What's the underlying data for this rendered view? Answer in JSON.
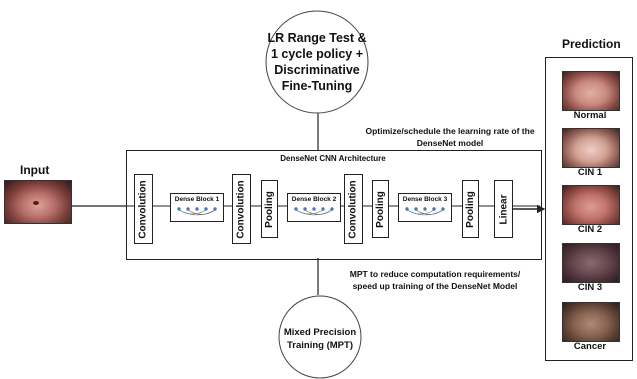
{
  "input_label": "Input",
  "prediction_label": "Prediction",
  "lr_circle_text": [
    "LR Range Test &",
    "1 cycle policy  +",
    "Discriminative",
    "Fine-Tuning"
  ],
  "mpt_circle_text": [
    "Mixed Precision",
    "Training (MPT)"
  ],
  "lr_note": [
    "Optimize/schedule the learning rate of the",
    "DenseNet model"
  ],
  "mpt_note": [
    "MPT to reduce computation requirements/",
    "speed up training of the DenseNet Model"
  ],
  "architecture_title": "DenseNet CNN Architecture",
  "layers": {
    "conv1": "Convolution",
    "dense1": "Dense Block 1",
    "conv2": "Convolution",
    "pool1": "Pooling",
    "dense2": "Dense Block 2",
    "conv3": "Convolution",
    "pool2": "Pooling",
    "dense3": "Dense Block 3",
    "pool3": "Pooling",
    "linear": "Linear"
  },
  "predictions": [
    "Normal",
    "CIN 1",
    "CIN 2",
    "CIN 3",
    "Cancer"
  ],
  "colors": {
    "line": "#222222",
    "tissue_pink": "#c98a84",
    "tissue_dark": "#4a2a28"
  }
}
